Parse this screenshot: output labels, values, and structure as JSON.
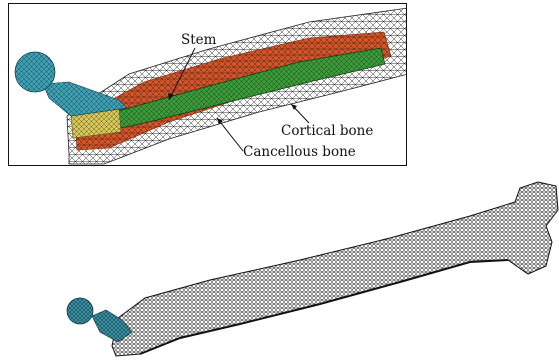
{
  "inset": {
    "labels": {
      "stem": "Stem",
      "cortical": "Cortical bone",
      "cancellous": "Cancellous bone"
    }
  },
  "colors": {
    "head": "#3fa0b4",
    "neck": "#2aa59a",
    "stem": "#2f8f3a",
    "stem_light": "#5fc04a",
    "collar": "#d6c85a",
    "cancellous": "#d4562a",
    "cortical_mesh": "#1a1a1a",
    "femur_mesh": "#222222"
  }
}
